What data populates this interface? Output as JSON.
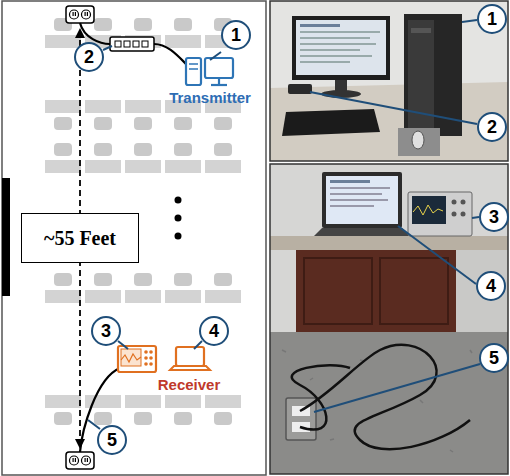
{
  "diagram": {
    "nodes": [
      {
        "text": [
          "~55 Feet"
        ]
      }
    ],
    "labels": [
      "1",
      "2",
      "Transmitter",
      "3",
      "4",
      "Receiver",
      "5",
      "1",
      "2",
      "3",
      "4",
      "5"
    ]
  }
}
